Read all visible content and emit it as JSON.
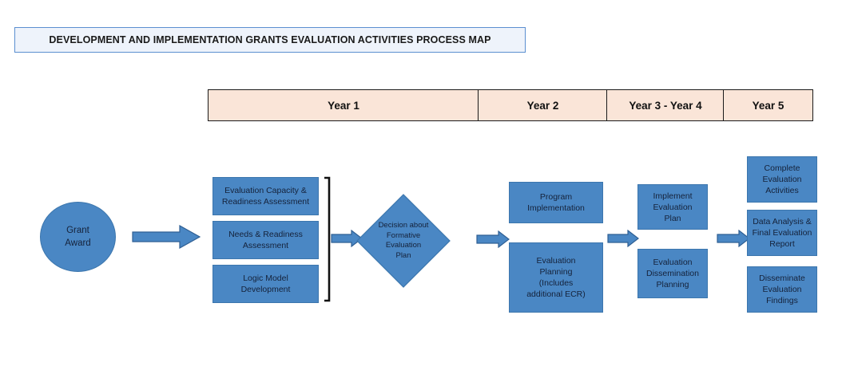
{
  "page": {
    "title_banner": "DEVELOPMENT AND IMPLEMENTATION GRANTS EVALUATION ACTIVITIES PROCESS MAP",
    "background_color": "#ffffff"
  },
  "colors": {
    "banner_fill": "#eef3fb",
    "banner_border": "#5b8fd0",
    "year_header_fill": "#fae5d8",
    "year_header_border": "#1a1a1a",
    "process_box_fill": "#4a87c4",
    "process_box_border": "#3c76ad",
    "arrow_fill": "#4a87c4",
    "arrow_border": "#2f5f93",
    "text_color": "#15223a"
  },
  "timeline": {
    "headers": [
      {
        "label": "Year 1"
      },
      {
        "label": "Year 2"
      },
      {
        "label": "Year 3 - Year 4"
      },
      {
        "label": "Year 5"
      }
    ]
  },
  "start": {
    "label": "Grant\nAward"
  },
  "year1": {
    "boxes": [
      {
        "label": "Evaluation Capacity &\nReadiness Assessment"
      },
      {
        "label": "Needs & Readiness\nAssessment"
      },
      {
        "label": "Logic Model\nDevelopment"
      }
    ]
  },
  "decision": {
    "label": "Decision about\nFormative\nEvaluation\nPlan"
  },
  "year2": {
    "boxes": [
      {
        "label": "Program\nImplementation"
      },
      {
        "label": "Evaluation\nPlanning\n(Includes\nadditional ECR)"
      }
    ]
  },
  "year34": {
    "boxes": [
      {
        "label": "Implement\nEvaluation\nPlan"
      },
      {
        "label": "Evaluation\nDissemination\nPlanning"
      }
    ]
  },
  "year5": {
    "boxes": [
      {
        "label": "Complete\nEvaluation\nActivities"
      },
      {
        "label": "Data Analysis &\nFinal Evaluation\nReport"
      },
      {
        "label": "Disseminate\nEvaluation\nFindings"
      }
    ]
  },
  "connectors": {
    "award_to_year1": "arrow-right",
    "year1_to_decision": "arrow-right",
    "decision_to_year2": "arrow-right",
    "year2_to_year34": "arrow-right",
    "year34_to_year5": "arrow-right"
  }
}
